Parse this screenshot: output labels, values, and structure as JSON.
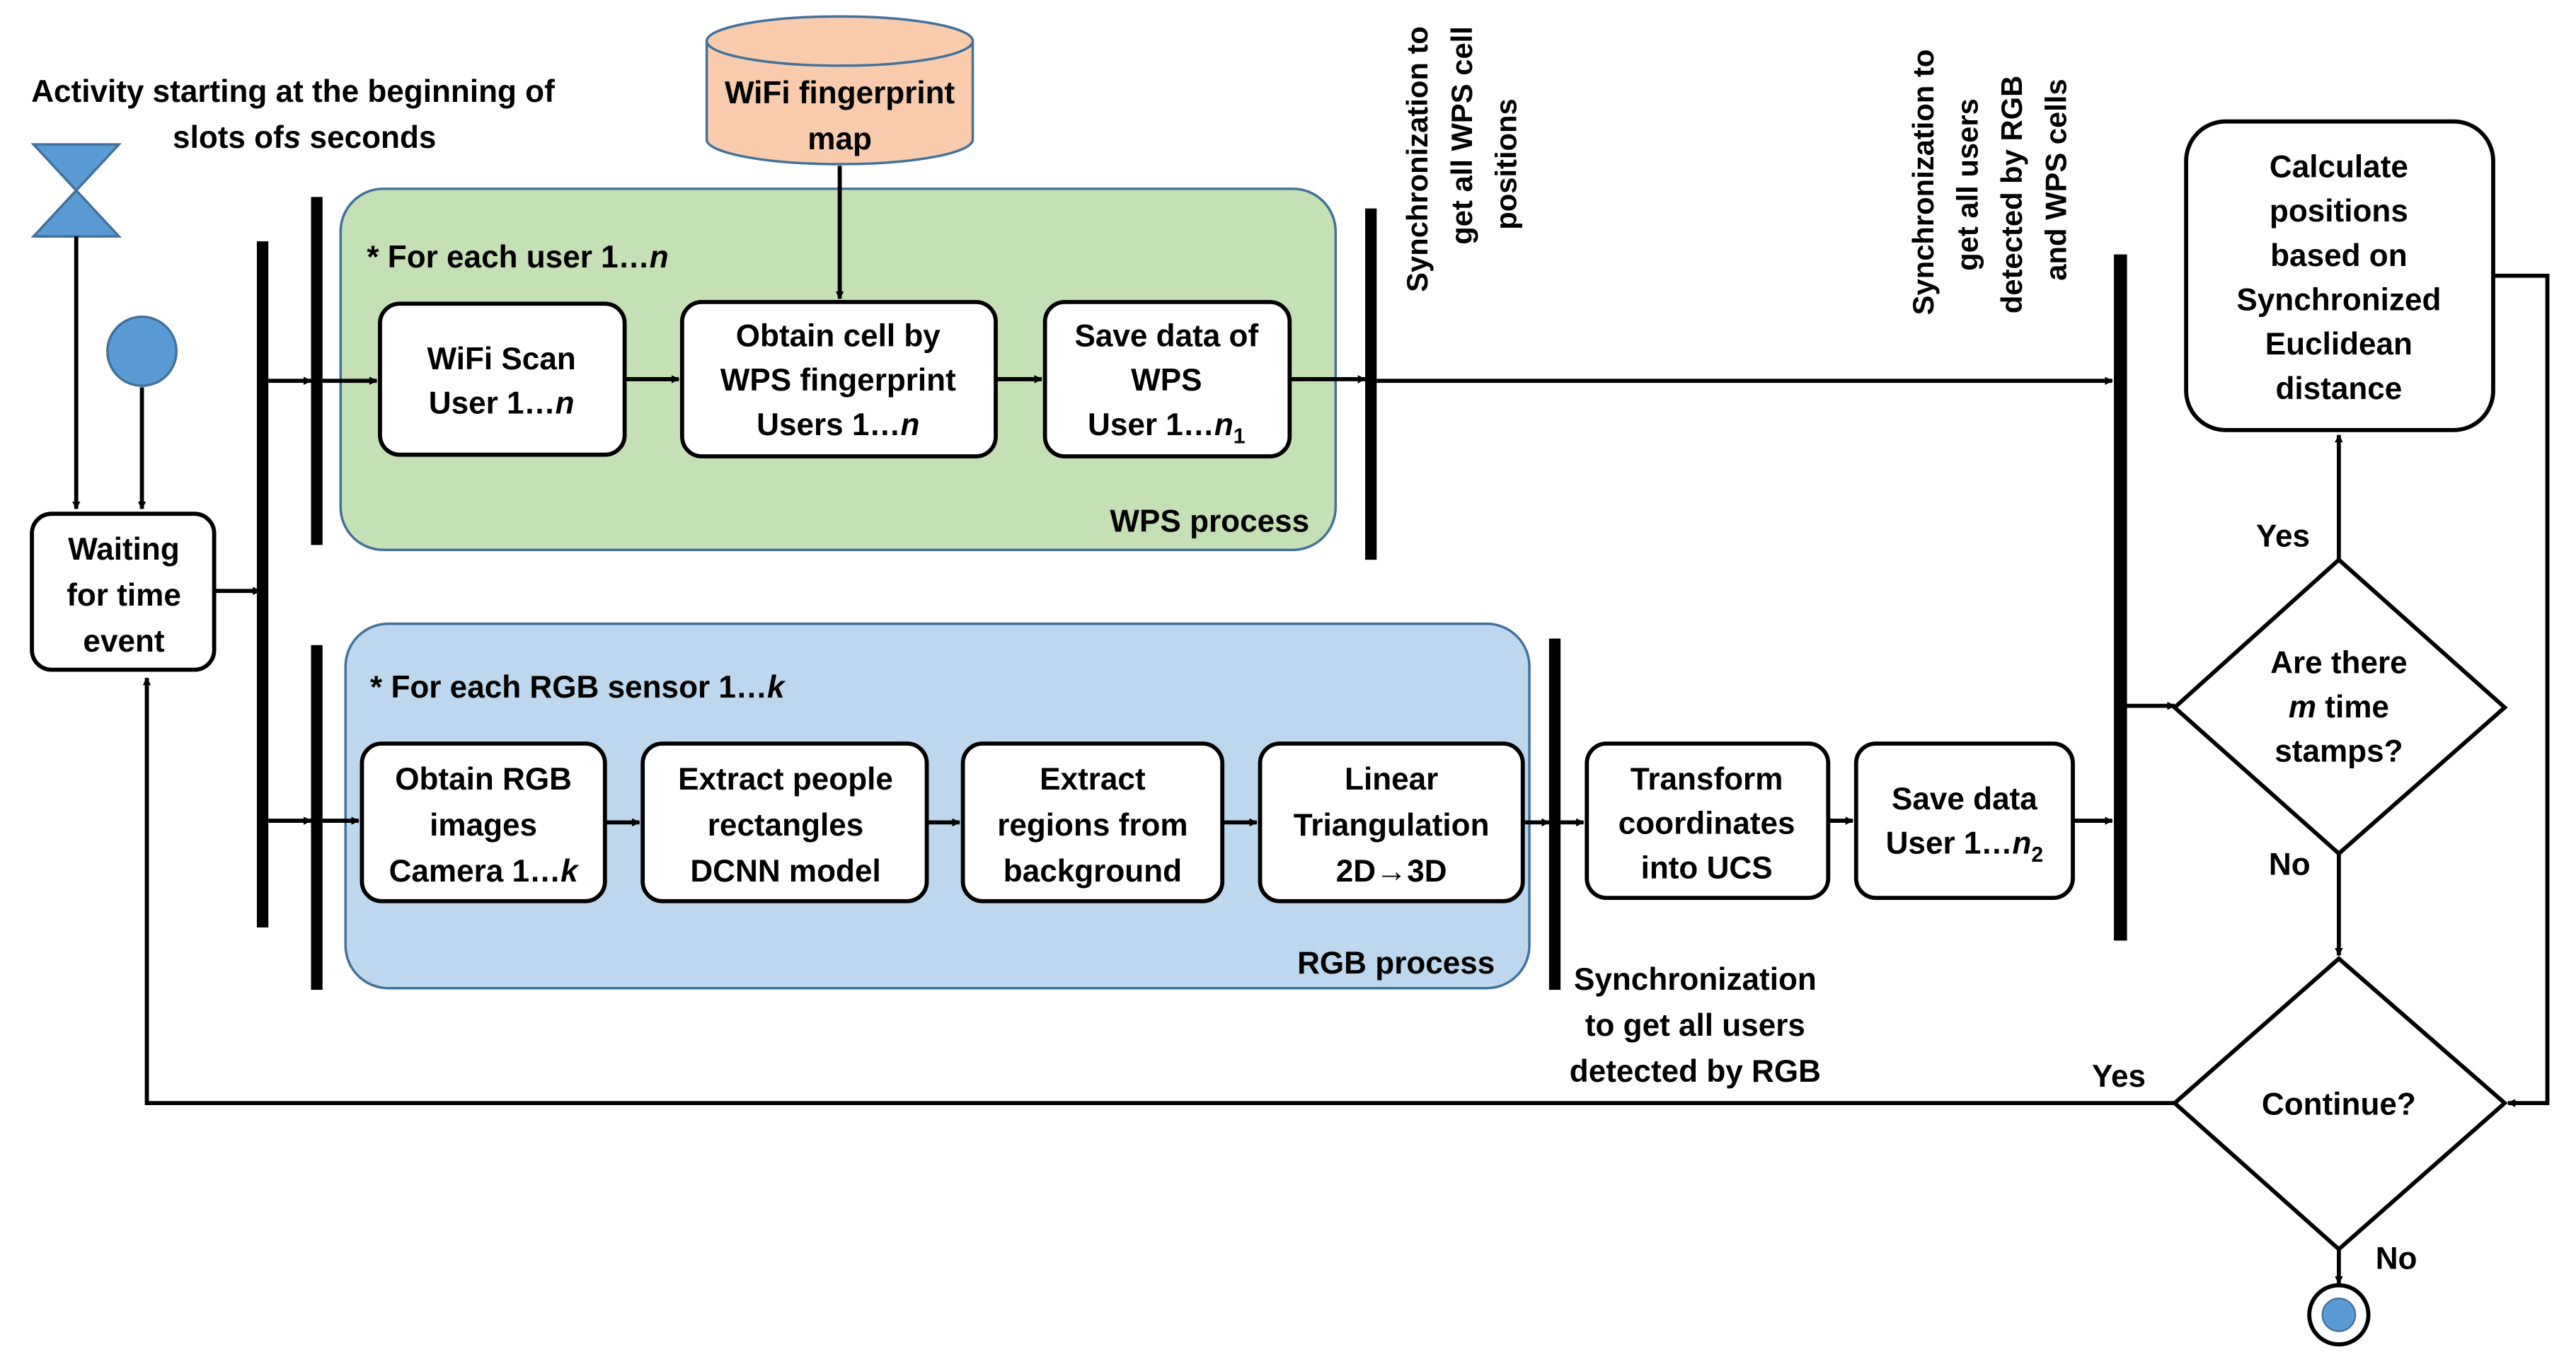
{
  "colors": {
    "wps_panel_fill": "#c5e0b4",
    "rgb_panel_fill": "#bdd7ee",
    "db_fill": "#f8cbad",
    "node_blue": "#5b9bd5",
    "panel_stroke": "#41719c"
  },
  "start": {
    "timer_caption_line1": "Activity starting at the beginning of",
    "timer_caption_line2_pre": "slots of",
    "timer_caption_var": "s",
    "timer_caption_line2_post": "seconds"
  },
  "wait_node": {
    "line1": "Waiting",
    "line2": "for time",
    "line3": "event"
  },
  "database": {
    "line1": "WiFi fingerprint",
    "line2": "map"
  },
  "wps_panel": {
    "header": "* For each user 1…",
    "header_var": "n",
    "footer": "WPS process",
    "steps": [
      {
        "line1": "WiFi Scan",
        "line2": "User 1…",
        "line2_var": "n"
      },
      {
        "line1": "Obtain cell by",
        "line2": "WPS fingerprint",
        "line3": "Users 1…",
        "line3_var": "n"
      },
      {
        "line1": "Save data of",
        "line2": "WPS",
        "line3": "User 1…",
        "line3_var": "n",
        "line3_sub": "1"
      }
    ]
  },
  "rgb_panel": {
    "header": "* For each RGB sensor 1…",
    "header_var": "k",
    "footer": "RGB process",
    "steps": [
      {
        "line1": "Obtain RGB",
        "line2": "images",
        "line3": "Camera 1…",
        "line3_var": "k"
      },
      {
        "line1": "Extract people",
        "line2": "rectangles",
        "line3": "DCNN model"
      },
      {
        "line1": "Extract",
        "line2": "regions from",
        "line3": "background"
      },
      {
        "line1": "Linear",
        "line2": "Triangulation",
        "line3": "2D→3D"
      }
    ]
  },
  "after_rgb": [
    {
      "line1": "Transform",
      "line2": "coordinates",
      "line3": "into UCS"
    },
    {
      "line1": "Save data",
      "line2": "User 1…",
      "line2_var": "n",
      "line2_sub": "2"
    }
  ],
  "sync_labels": {
    "wps": {
      "line1": "Synchronization to",
      "line2": "get all WPS  cell",
      "line3": "positions"
    },
    "rgb": {
      "line1": "Synchronization",
      "line2": "to get all users",
      "line3": "detected by RGB"
    },
    "all": {
      "line1": "Synchronization to",
      "line2": "get all users",
      "line3": "detected by RGB",
      "line4": "and WPS cells"
    }
  },
  "calc_node": {
    "line1": "Calculate",
    "line2": "positions",
    "line3": "based on",
    "line4": "Synchronized",
    "line5": "Euclidean",
    "line6": "distance"
  },
  "decision_timestamps": {
    "line1": "Are there",
    "line2_var": "m",
    "line2_post": " time",
    "line3": "stamps?",
    "yes": "Yes",
    "no": "No"
  },
  "decision_continue": {
    "text": "Continue?",
    "yes": "Yes",
    "no": "No"
  }
}
